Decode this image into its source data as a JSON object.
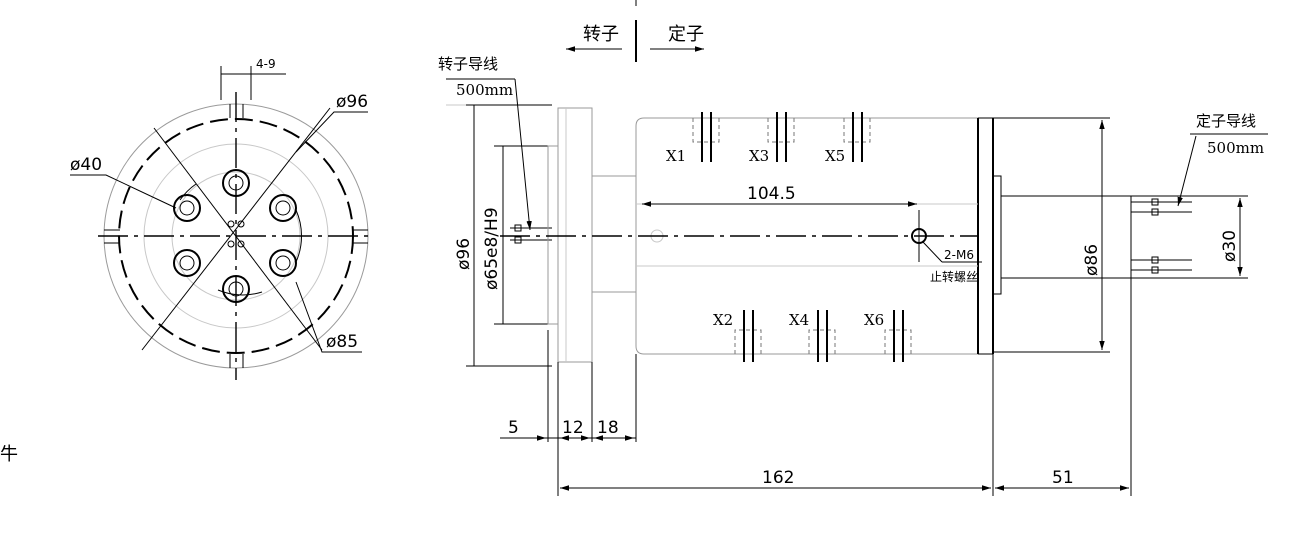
{
  "front_view": {
    "dim_slot_width": "4-9",
    "dim_outer_diameter": "ø96",
    "dim_inner_diameter": "ø40",
    "dim_bolt_circle": "ø85"
  },
  "side_view": {
    "rotor_label": "转子",
    "stator_label": "定子",
    "rotor_wire_label": "转子导线",
    "rotor_wire_length": "500mm",
    "stator_wire_label": "定子导线",
    "stator_wire_length": "500mm",
    "dim_flange_diameter": "ø96",
    "dim_shaft_fit": "ø65e8/H9",
    "dim_body_diameter": "ø86",
    "dim_tail_diameter": "ø30",
    "dim_screw_offset": "104.5",
    "screw_label": "2-M6",
    "screw_note": "止转螺丝",
    "dim_a": "5",
    "dim_b": "12",
    "dim_c": "18",
    "dim_body_length": "162",
    "dim_tail_length": "51",
    "terminals_top": [
      "X1",
      "X3",
      "X5"
    ],
    "terminals_bottom": [
      "X2",
      "X4",
      "X6"
    ]
  },
  "edge_glyph": "牛"
}
